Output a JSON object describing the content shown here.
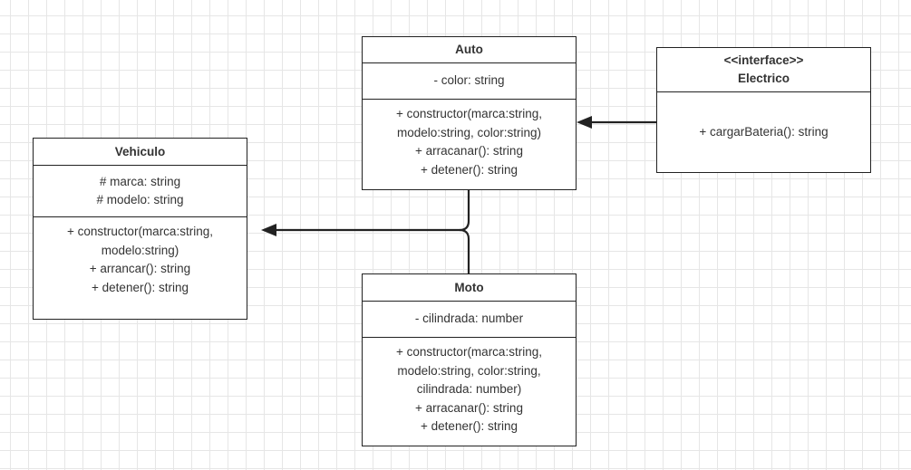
{
  "classes": {
    "vehiculo": {
      "name": "Vehiculo",
      "attributes": [
        "# marca: string",
        "# modelo: string"
      ],
      "methods": [
        "+ constructor(marca:string,",
        "modelo:string)",
        "+ arrancar(): string",
        "+ detener(): string"
      ]
    },
    "auto": {
      "name": "Auto",
      "attributes": [
        "- color: string"
      ],
      "methods": [
        "+ constructor(marca:string,",
        "modelo:string, color:string)",
        "+ arracanar(): string",
        "+ detener(): string"
      ]
    },
    "electrico": {
      "stereotype": "<<interface>>",
      "name": "Electrico",
      "methods": [
        "+ cargarBateria(): string"
      ]
    },
    "moto": {
      "name": "Moto",
      "attributes": [
        "- cilindrada: number"
      ],
      "methods": [
        "+ constructor(marca:string,",
        "modelo:string, color:string,",
        "cilindrada: number)",
        "+ arracanar(): string",
        "+ detener(): string"
      ]
    }
  },
  "colors": {
    "line": "#222222",
    "grid": "#e6e6e6",
    "text": "#333333"
  }
}
